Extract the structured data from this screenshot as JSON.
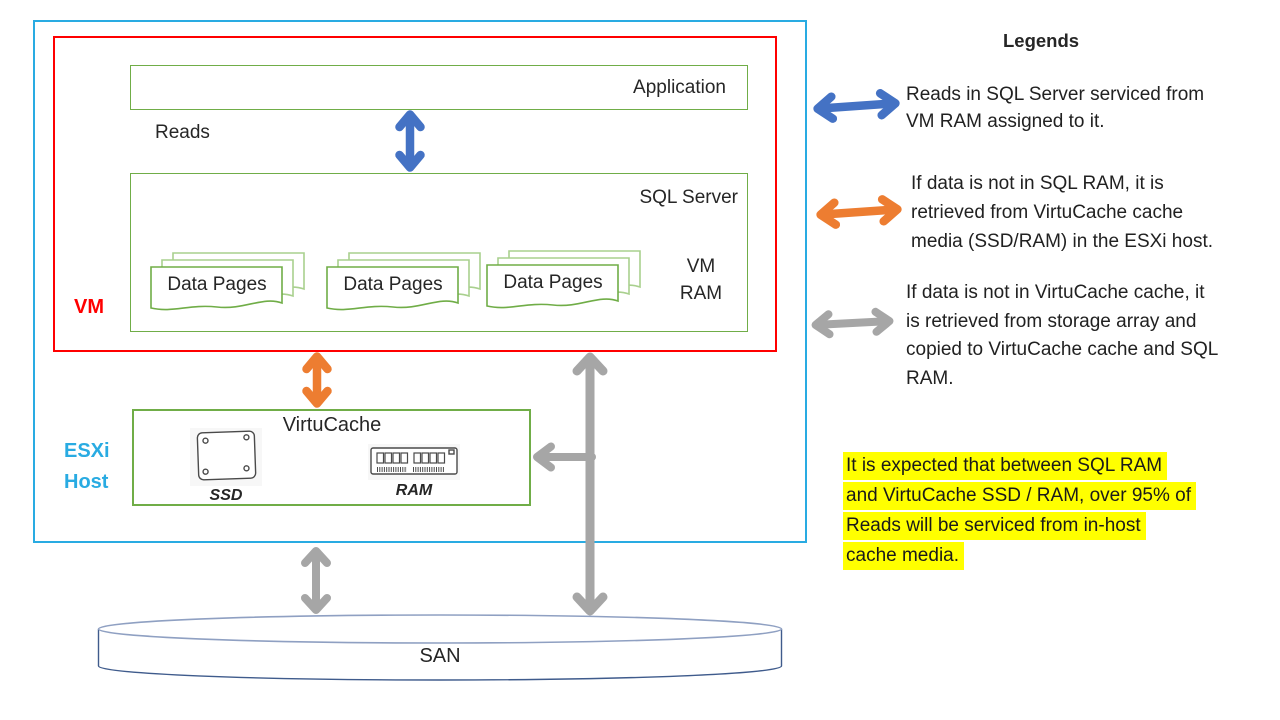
{
  "diagram": {
    "vm_box_label": "VM",
    "esxi_host_label_lines": [
      "ESXi",
      "Host"
    ],
    "application_label": "Application",
    "reads_label": "Reads",
    "sql_server_label": "SQL Server",
    "vm_ram_label_lines": [
      "VM",
      "RAM"
    ],
    "data_pages_stacks": [
      {
        "label": "Data Pages"
      },
      {
        "label": "Data Pages"
      },
      {
        "label": "Data Pages"
      }
    ],
    "virtucache_label": "VirtuCache",
    "ssd_icon_label": "SSD",
    "ram_icon_label": "RAM",
    "san_label": "SAN"
  },
  "legend": {
    "title": "Legends",
    "items": [
      {
        "icon": "blue-double-arrow",
        "color": "#4472C4",
        "lines": [
          "Reads in SQL Server serviced from",
          "VM RAM assigned to it."
        ]
      },
      {
        "icon": "orange-double-arrow",
        "color": "#ED7D31",
        "lines": [
          "If data is not in SQL RAM, it is",
          "retrieved from VirtuCache cache",
          "media (SSD/RAM) in the ESXi host."
        ]
      },
      {
        "icon": "gray-double-arrow",
        "color": "#A6A6A6",
        "lines": [
          "If data is not in VirtuCache cache, it",
          "is retrieved from storage array and",
          "copied to VirtuCache cache and SQL",
          "RAM."
        ]
      }
    ]
  },
  "note": {
    "highlight_color": "#FFFF00",
    "lines": [
      "It is expected that between SQL RAM",
      "and VirtuCache SSD / RAM, over 95% of",
      "Reads will be serviced from in-host",
      "cache media."
    ]
  },
  "colors": {
    "esxi_box_border": "#29ABE2",
    "vm_box_border": "#FF0000",
    "green_box_border": "#70AD47",
    "data_page_back_border": "#A9D08E",
    "blue_arrow": "#4472C4",
    "orange_arrow": "#ED7D31",
    "gray_arrow": "#A6A6A6",
    "san_outline_light": "#8FA0C2",
    "san_outline_dark": "#3F5B8C",
    "text": "#262626"
  }
}
